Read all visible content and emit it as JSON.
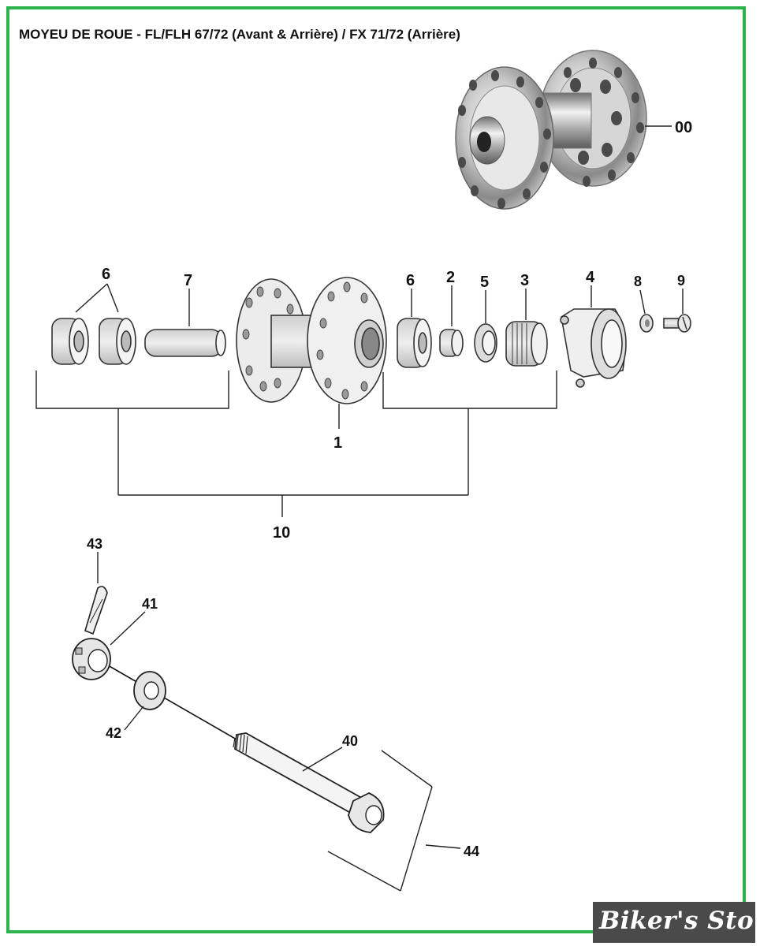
{
  "title": "MOYEU DE ROUE - FL/FLH 67/72 (Avant & Arrière) / FX 71/72 (Arrière)",
  "brand": "Biker's Store",
  "colors": {
    "border": "#2db34a",
    "brand_bg": "#4a4a4a"
  },
  "labels": {
    "l00": "00",
    "l1": "1",
    "l2": "2",
    "l3": "3",
    "l4": "4",
    "l5": "5",
    "l6a": "6",
    "l6b": "6",
    "l7": "7",
    "l8": "8",
    "l9": "9",
    "l10": "10",
    "l40": "40",
    "l41": "41",
    "l42": "42",
    "l43": "43",
    "l44": "44"
  }
}
